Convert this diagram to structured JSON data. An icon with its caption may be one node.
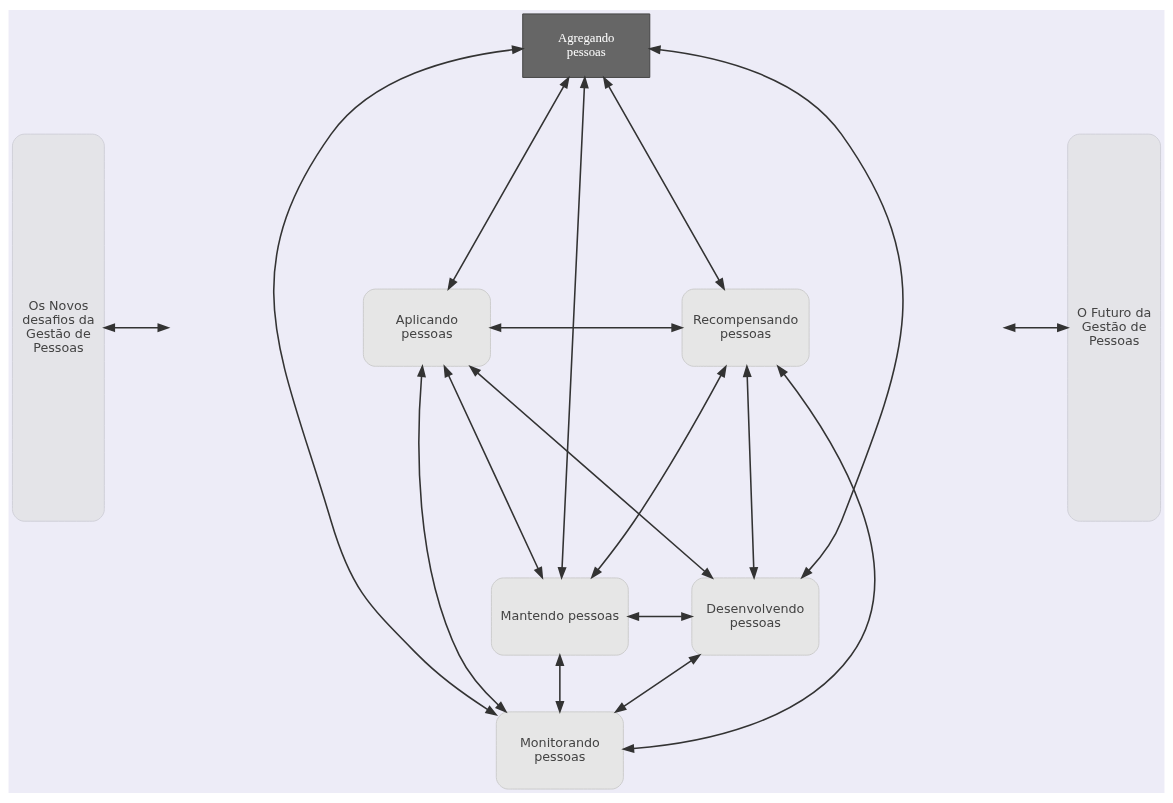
{
  "diagram": {
    "nodes": [
      {
        "text": [
          "Os Novos desafios da Gestão de Pessoas"
        ]
      },
      {
        "text": [
          "Agregando pessoas"
        ]
      },
      {
        "text": [
          "Aplicando pessoas"
        ]
      },
      {
        "text": [
          "Recompensando pessoas"
        ]
      },
      {
        "text": [
          "Mantendo pessoas"
        ]
      },
      {
        "text": [
          "Desenvolvendo pessoas"
        ]
      },
      {
        "text": [
          "Monitorando pessoas"
        ]
      },
      {
        "text": [
          "O Futuro da Gestão de Pessoas"
        ]
      }
    ],
    "edges": [
      {
        "from": 1,
        "to": 2,
        "arrow": "both"
      },
      {
        "from": 1,
        "to": 3,
        "arrow": "both"
      },
      {
        "from": 2,
        "to": 3,
        "arrow": "both"
      },
      {
        "from": 2,
        "to": 4,
        "arrow": "both"
      },
      {
        "from": 3,
        "to": 5,
        "arrow": "both"
      },
      {
        "from": 1,
        "to": 4,
        "arrow": "both"
      },
      {
        "from": 1,
        "to": 5,
        "arrow": "both"
      },
      {
        "from": 1,
        "to": 6,
        "arrow": "both"
      },
      {
        "from": 2,
        "to": 5,
        "arrow": "both"
      },
      {
        "from": 2,
        "to": 6,
        "arrow": "both"
      },
      {
        "from": 3,
        "to": 4,
        "arrow": "both"
      },
      {
        "from": 3,
        "to": 6,
        "arrow": "both"
      },
      {
        "from": 4,
        "to": 5,
        "arrow": "both"
      },
      {
        "from": 4,
        "to": 6,
        "arrow": "both"
      },
      {
        "from": 5,
        "to": 6,
        "arrow": "both"
      },
      {
        "from": 0,
        "to": null,
        "arrow": "both"
      },
      {
        "from": null,
        "to": 7,
        "arrow": "both"
      }
    ]
  }
}
